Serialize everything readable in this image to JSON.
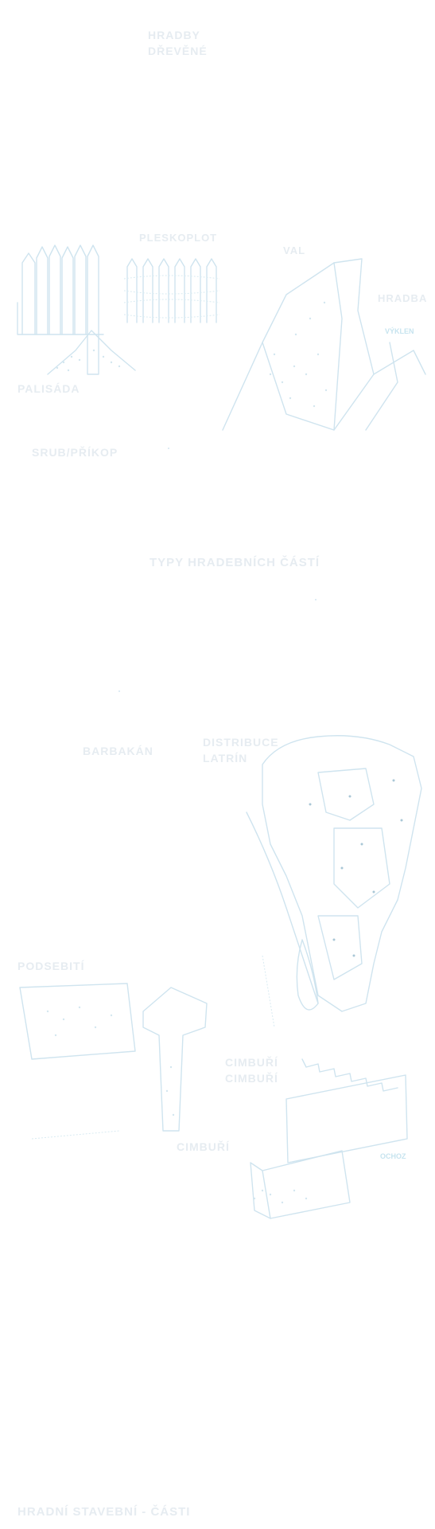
{
  "labels": {
    "title_line1": "HRADBY",
    "title_line2": "DŘEVĚNÉ",
    "pleskopl": "PLESKOPLOT",
    "val": "VAL",
    "hradba": "HRADBA",
    "palisada": "PALISÁDA",
    "srub_prikop": "SRUB/PŘÍKOP",
    "type_heading": "TYPY HRADEBNÍCH ČÁSTÍ",
    "barbakan": "BARBAKÁN",
    "distribuce_line1": "DISTRIBUCE",
    "distribuce_line2": "LATRÍN",
    "podsebiti": "PODSEBITÍ",
    "cimbuli_line1": "CIMBUŘÍ",
    "cimbuli_line2": "CIMBUŘÍ",
    "cimbuli_bottom": "CIMBUŘÍ",
    "footer": "HRADNÍ STAVEBNÍ - ČÁSTI",
    "small_note_a": "výklen",
    "small_note_b": "ochoz"
  },
  "colors": {
    "label": "#e6ecf1",
    "sketch": "#cfe4ef",
    "background": "#ffffff"
  }
}
